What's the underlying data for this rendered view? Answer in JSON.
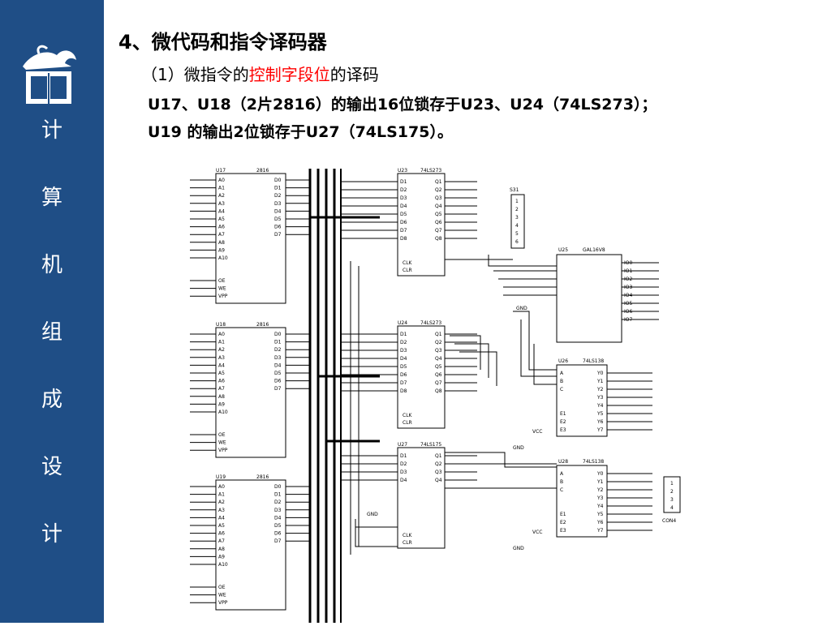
{
  "slide": {
    "sidebar_title_chars": [
      "计",
      "算",
      "机",
      "组",
      "成",
      "设",
      "计"
    ],
    "title": "4、微代码和指令译码器",
    "subtitle_prefix": "（1）微指令的",
    "subtitle_highlight": "控制字段位",
    "subtitle_suffix": "的译码",
    "line1": "U17、U18（2片2816）的输出16位锁存于U23、U24（74LS273）；",
    "line2": "U19 的输出2位锁存于U27（74LS175）。"
  },
  "colors": {
    "sidebar": "#1f4e86",
    "highlight": "#ff0000",
    "text": "#000000"
  },
  "icons": {
    "logo": "dragon-book-emblem-icon"
  },
  "diagram": {
    "eeprom_labels": [
      "U17",
      "U18",
      "U19"
    ],
    "eeprom_part": "2816",
    "addr_pins": [
      "A0",
      "A1",
      "A2",
      "A3",
      "A4",
      "A5",
      "A6",
      "A7",
      "A8",
      "A9",
      "A10"
    ],
    "data_pins": [
      "D0",
      "D1",
      "D2",
      "D3",
      "D4",
      "D5",
      "D6",
      "D7"
    ],
    "ctrl_pins": [
      "OE",
      "WE",
      "VPP"
    ],
    "u23": {
      "label": "U23",
      "part": "74LS273"
    },
    "u24": {
      "label": "U24",
      "part": "74LS273"
    },
    "u27": {
      "label": "U27",
      "part": "74LS175"
    },
    "u25": {
      "label": "U25",
      "part": "GAL16V8"
    },
    "u26": {
      "label": "U26",
      "part": "74LS138"
    },
    "u28": {
      "label": "U28",
      "part": "74LS138"
    },
    "s31": "S31",
    "con": "CON4",
    "gnd": "GND",
    "vcc": "VCC",
    "clk": "CLK",
    "clr": "CLR"
  }
}
